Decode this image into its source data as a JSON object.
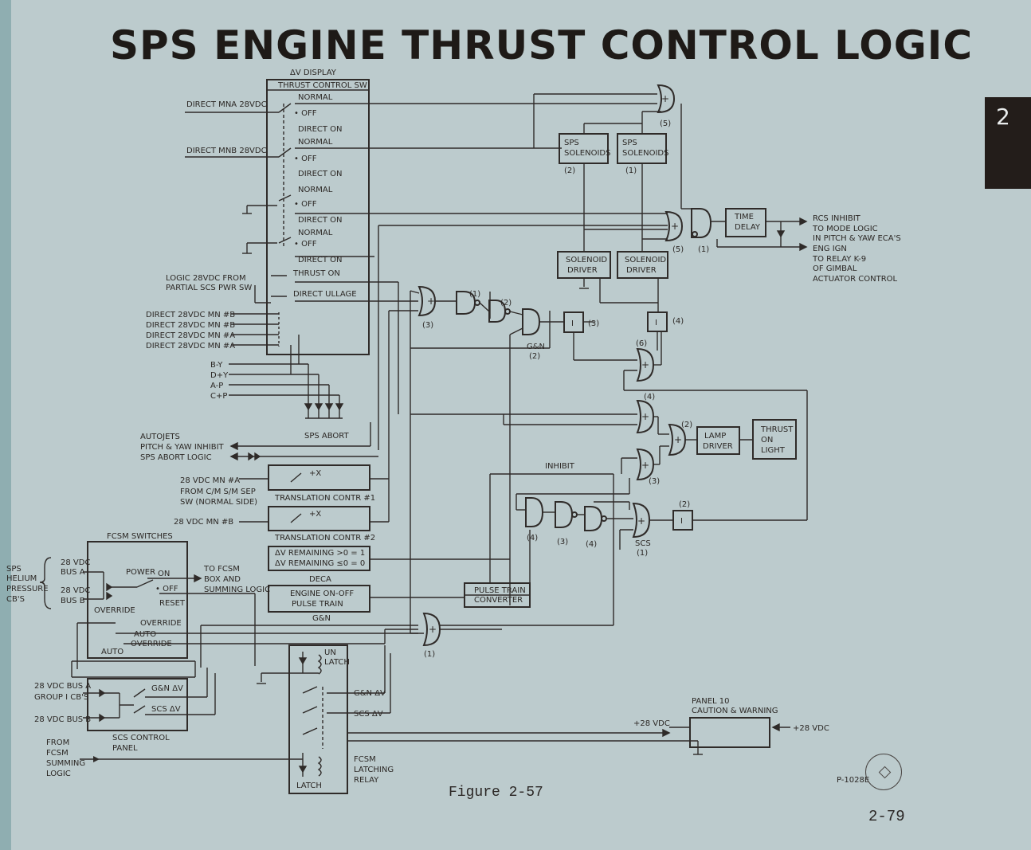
{
  "title": "SPS ENGINE THRUST CONTROL LOGIC",
  "section_tab": "2",
  "figure_caption": "Figure 2-57",
  "page_number": "2-79",
  "doc_code": "P-1028E",
  "colors": {
    "paper": "#bccbcd",
    "ink": "#2f2b29",
    "tab": "#231d1a"
  },
  "labels": {
    "dv_display": "ΔV DISPLAY",
    "thrust_sw": "THRUST CONTROL SW",
    "normal1": "NORMAL",
    "off1": "• OFF",
    "direct_on1": "DIRECT ON",
    "normal2": "NORMAL",
    "off2": "• OFF",
    "direct_on2": "DIRECT ON",
    "normal3": "NORMAL",
    "off3": "• OFF",
    "direct_on3": "DIRECT ON",
    "normal4": "NORMAL",
    "off4": "• OFF",
    "direct_on4": "DIRECT ON",
    "thrust_on": "THRUST ON",
    "direct_ullage": "DIRECT ULLAGE",
    "direct_mna": "DIRECT MNA 28VDC",
    "direct_mnb": "DIRECT MNB 28VDC",
    "logic28a": "LOGIC 28VDC FROM",
    "logic28b": "PARTIAL SCS PWR SW",
    "dmnb1": "DIRECT 28VDC MN #B",
    "dmnb2": "DIRECT 28VDC MN #B",
    "dmna1": "DIRECT 28VDC MN #A",
    "dmna2": "DIRECT 28VDC MN #A",
    "by": "B-Y",
    "dy": "D+Y",
    "ap": "A-P",
    "cp": "C+P",
    "sps_abort": "SPS ABORT",
    "autojets": "AUTOJETS",
    "pitch_yaw": "PITCH & YAW INHIBIT",
    "sps_abort_logic": "SPS ABORT LOGIC",
    "mna28": "28 VDC MN #A",
    "from_cm": "FROM C/M S/M SEP",
    "sw_normal": "SW (NORMAL SIDE)",
    "plusx1": "+X",
    "trans1": "TRANSLATION CONTR #1",
    "mnb28": "28 VDC MN #B",
    "plusx2": "+X",
    "trans2": "TRANSLATION CONTR #2",
    "dv_gt": "ΔV REMAINING >0 = 1",
    "dv_le": "ΔV REMAINING ≤0 = 0",
    "deca": "DECA",
    "eng1": "ENGINE ON-OFF",
    "eng2": "PULSE TRAIN",
    "gn_lbl": "G&N",
    "ptc1": "PULSE TRAIN",
    "ptc2": "CONVERTER",
    "fcsm_sw": "FCSM SWITCHES",
    "vdc_a1": "28 VDC",
    "vdc_a2": "BUS A",
    "vdc_b1": "28 VDC",
    "vdc_b2": "BUS B",
    "power": "POWER",
    "on": "ON",
    "off": "• OFF",
    "reset": "RESET",
    "override_lbl": "OVERRIDE",
    "override1": "OVERRIDE",
    "auto1": "AUTO",
    "override2": "OVERRIDE",
    "auto2": "AUTO",
    "sps_h1": "SPS",
    "sps_h2": "HELIUM",
    "sps_h3": "PRESSURE",
    "sps_h4": "CB'S",
    "to_fcsm1": "TO FCSM",
    "to_fcsm2": "BOX AND",
    "to_fcsm3": "SUMMING LOGIC",
    "bus_a_grp1": "28 VDC BUS A",
    "bus_a_grp2": "GROUP I CB'S",
    "bus_b": "28 VDC BUS B",
    "gn_dv": "G&N ΔV",
    "scs_dv": "SCS ΔV",
    "scs_panel1": "SCS CONTROL",
    "scs_panel2": "PANEL",
    "from1": "FROM",
    "from2": "FCSM",
    "from3": "SUMMING",
    "from4": "LOGIC",
    "unlatch1": "UN",
    "unlatch2": "LATCH",
    "gn_dv2": "G&N ΔV",
    "scs_dv2": "SCS ΔV",
    "fcsm_l1": "FCSM",
    "fcsm_l2": "LATCHING",
    "fcsm_l3": "RELAY",
    "latch": "LATCH",
    "sol2a": "SPS",
    "sol2b": "SOLENOIDS",
    "sol2n": "(2)",
    "sol1a": "SPS",
    "sol1b": "SOLENOIDS",
    "sol1n": "(1)",
    "drv1a": "SOLENOID",
    "drv1b": "DRIVER",
    "drv2a": "SOLENOID",
    "drv2b": "DRIVER",
    "td1": "TIME",
    "td2": "DELAY",
    "rcs1": "RCS INHIBIT",
    "rcs2": "TO MODE LOGIC",
    "rcs3": "IN PITCH & YAW ECA'S",
    "rcs4": "ENG IGN",
    "rcs5": "TO RELAY K-9",
    "rcs6": "OF GIMBAL",
    "rcs7": "ACTUATOR CONTROL",
    "lamp1": "LAMP",
    "lamp2": "DRIVER",
    "ton1": "THRUST",
    "ton2": "ON",
    "ton3": "LIGHT",
    "inhibit": "INHIBIT",
    "gn_gate": "G&N",
    "scs_gate": "SCS",
    "panel10a": "PANEL 10",
    "panel10b": "CAUTION & WARNING",
    "p28a": "+28 VDC",
    "p28b": "+28 VDC",
    "one_a": "I",
    "one_b": "I",
    "one_c": "I",
    "n5a": "(5)",
    "n5b": "(5)",
    "n1a": "(1)",
    "n3a": "(3)",
    "n1b": "(1)",
    "n2a": "(2)",
    "n2b": "(2)",
    "n3b": "(3)",
    "n4a": "(4)",
    "n6": "(6)",
    "n4b": "(4)",
    "n2c": "(2)",
    "n3c": "(3)",
    "n4c": "(4)",
    "n3d": "(3)",
    "n4d": "(4)",
    "n1c": "(1)",
    "n2d": "(2)",
    "n1d": "(1)"
  }
}
